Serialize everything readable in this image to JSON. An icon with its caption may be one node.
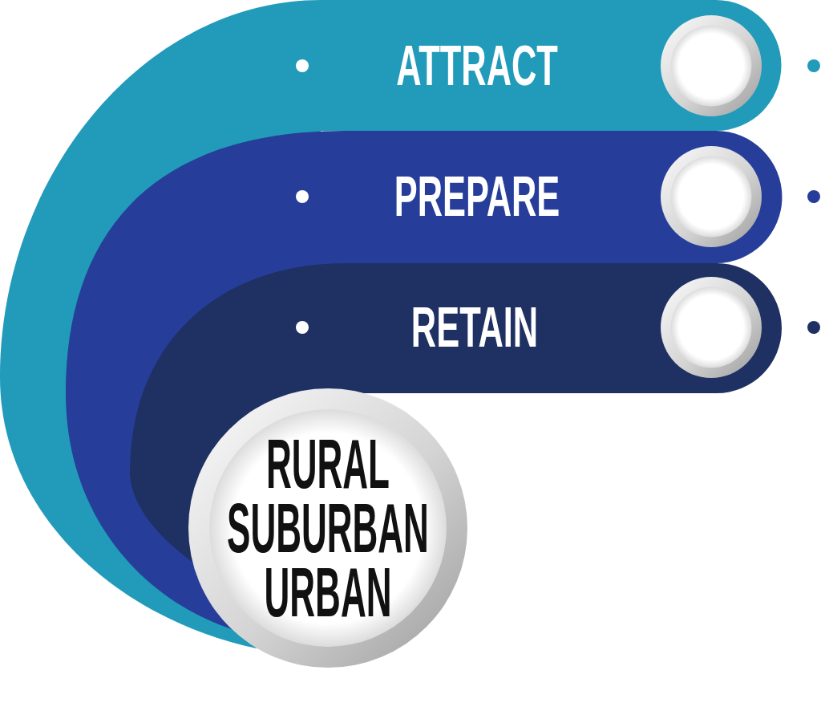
{
  "diagram": {
    "nodes": [
      {
        "text": [
          "ATTRACT"
        ]
      },
      {
        "text": [],
        "shape": "circle",
        "in": 0
      },
      {
        "text": [
          "PREPARE"
        ]
      },
      {
        "text": [],
        "shape": "circle",
        "in": 2
      },
      {
        "text": [
          "RETAIN"
        ]
      },
      {
        "text": [],
        "shape": "circle",
        "in": 4
      },
      {
        "text": [
          "RURAL SUBURBAN URBAN"
        ]
      }
    ]
  }
}
